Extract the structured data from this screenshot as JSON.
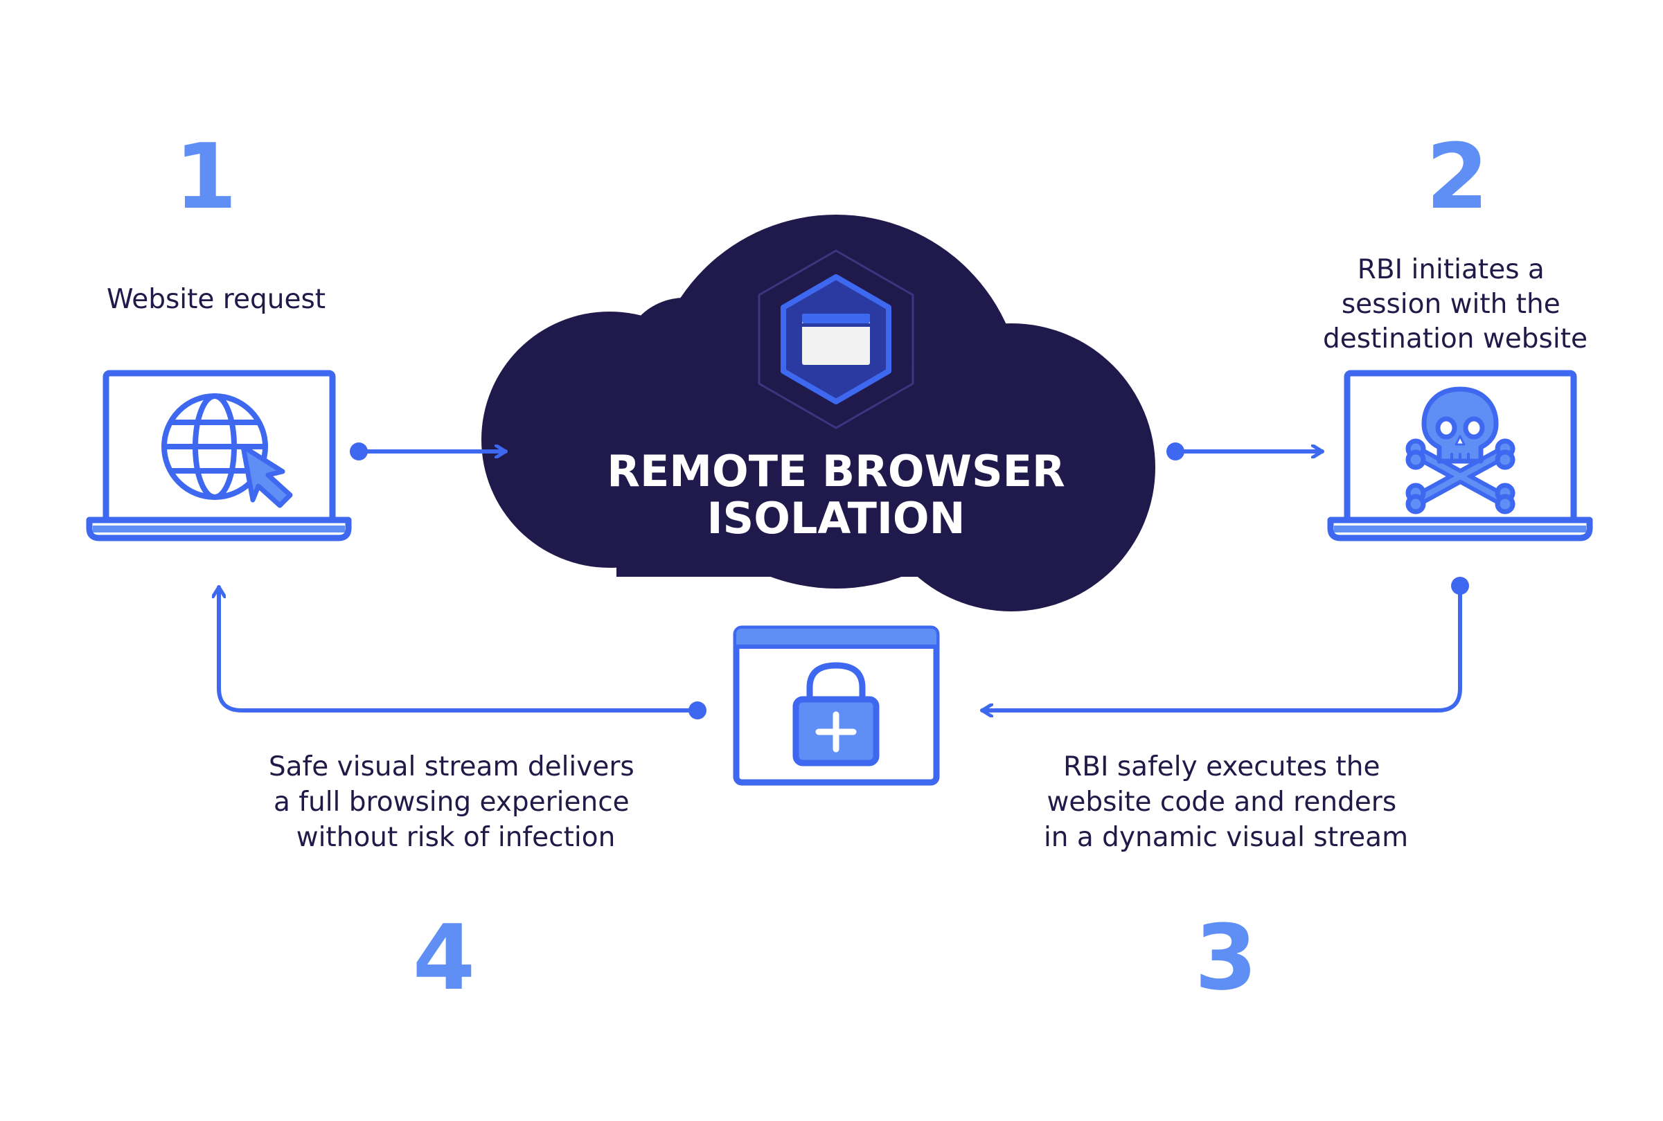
{
  "colors": {
    "accent": "#3d68ef",
    "accent_light": "#5f8ff5",
    "dark_navy": "#1f1a4b",
    "text": "#1f1a47",
    "background": "#ffffff"
  },
  "cloud": {
    "title_line1": "REMOTE BROWSER",
    "title_line2": "ISOLATION",
    "icon": "browser-window-hexagon-icon"
  },
  "steps": [
    {
      "number": "1",
      "caption_lines": [
        "Website request"
      ],
      "icon": "laptop-globe-cursor-icon"
    },
    {
      "number": "2",
      "caption_lines": [
        "RBI initiates a",
        "session with the",
        "destination website"
      ],
      "icon": "laptop-skull-icon"
    },
    {
      "number": "3",
      "caption_lines": [
        "RBI safely executes the",
        "website code and renders",
        "in a dynamic visual stream"
      ],
      "icon": ""
    },
    {
      "number": "4",
      "caption_lines": [
        "Safe visual stream delivers",
        "a full browsing experience",
        "without risk of infection"
      ],
      "icon": ""
    }
  ],
  "center_icon": "browser-lock-icon"
}
